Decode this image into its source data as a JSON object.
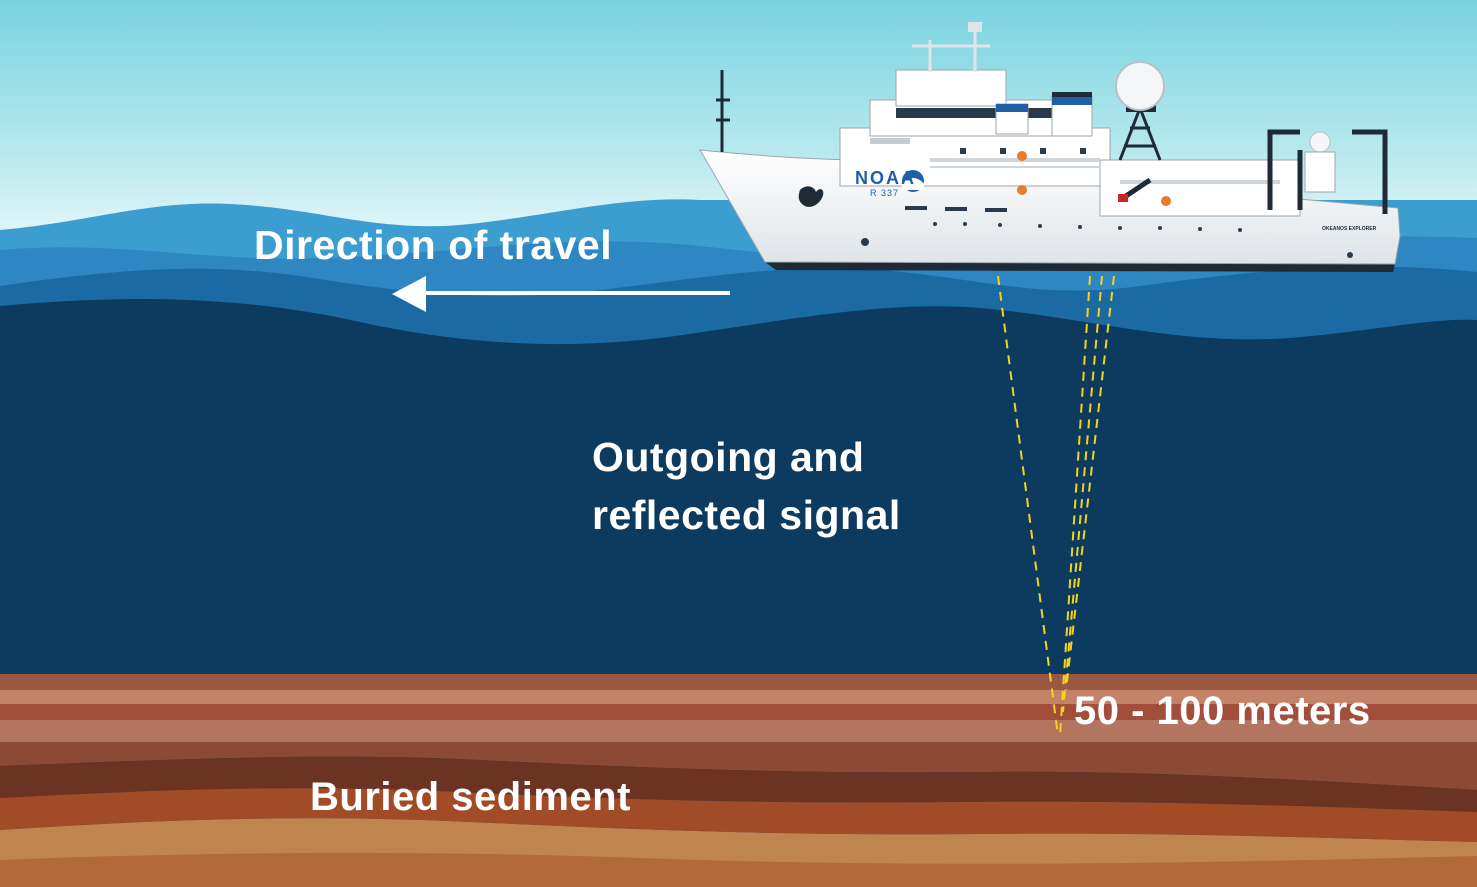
{
  "labels": {
    "direction": "Direction of travel",
    "signal_line1": "Outgoing and",
    "signal_line2": "reflected signal",
    "depth": "50 - 100 meters",
    "sediment": "Buried sediment"
  },
  "ship": {
    "agency": "NOAA",
    "hull_number": "R 337",
    "name": "OKEANOS EXPLORER"
  },
  "colors": {
    "sky_top": "#7ed8e1",
    "sky_bottom": "#e8f7f8",
    "wave_light": "#3b9bcf",
    "wave_mid": "#2f86c4",
    "wave_dark": "#1c6aa3",
    "deep_water": "#0d3a5f",
    "signal": "#f4d41a",
    "label_text": "#ffffff",
    "ship_hull": "#ffffff"
  },
  "sediment_bands": [
    "#9b5a44",
    "#c9866a",
    "#a4503c",
    "#b87a60",
    "#8a4a36",
    "#6e3424",
    "#9c4a28",
    "#b15d2c",
    "#c0854f",
    "#a86238"
  ],
  "icons": [
    "arrow-left-icon",
    "noaa-logo-icon",
    "satellite-dome-icon"
  ]
}
